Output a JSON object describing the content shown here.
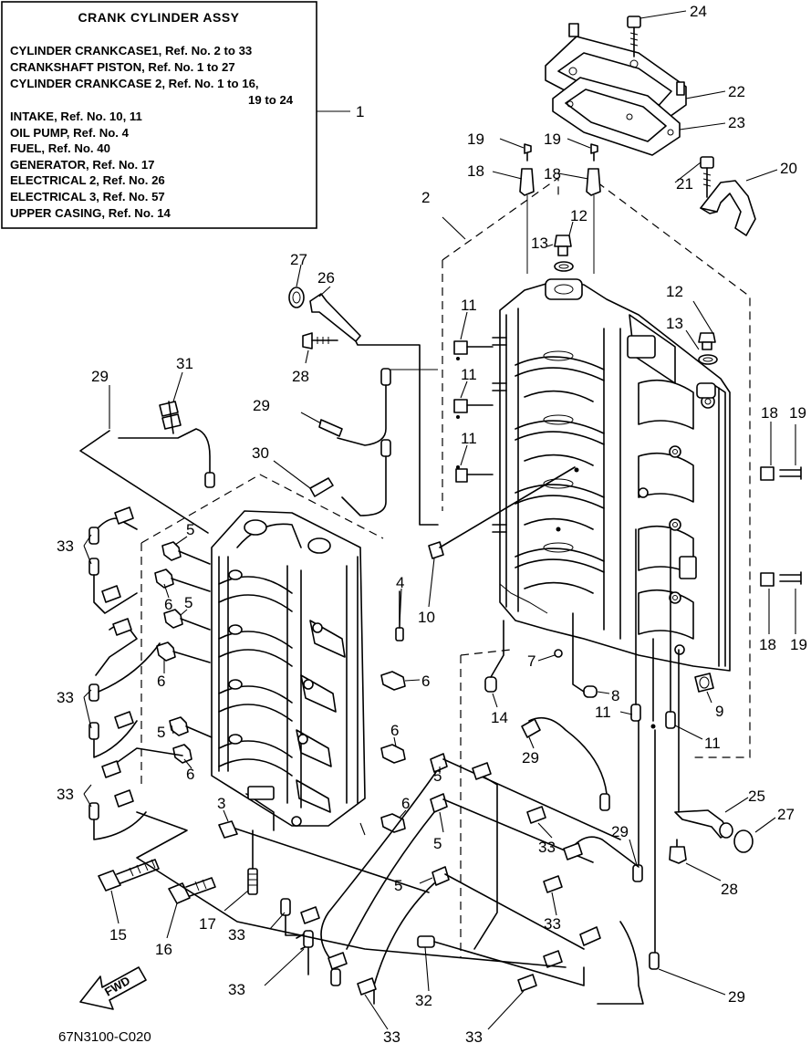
{
  "info_box": {
    "title": "CRANK CYLINDER ASSY",
    "lines": [
      "CYLINDER CRANKCASE1,  Ref. No. 2 to 33",
      "CRANKSHAFT PISTON,       Ref. No. 1 to 27",
      "CYLINDER CRANKCASE 2, Ref. No. 1 to 16,",
      "19 to 24",
      "INTAKE,        Ref. No. 10, 11",
      "OIL PUMP,   Ref. No. 4",
      "FUEL,            Ref. No. 40",
      "GENERATOR,       Ref. No. 17",
      "ELECTRICAL 2,    Ref. No. 26",
      "ELECTRICAL 3,    Ref. No. 57",
      "UPPER CASING,  Ref. No. 14"
    ],
    "ref_number": "1"
  },
  "fwd_label": "FWD",
  "drawing_code": "67N3100-C020",
  "callouts": {
    "c24": "24",
    "c22": "22",
    "c23": "23",
    "c19a": "19",
    "c19b": "19",
    "c18a": "18",
    "c18b": "18",
    "c21": "21",
    "c20": "20",
    "c2": "2",
    "c12a": "12",
    "c13a": "13",
    "c27a": "27",
    "c26": "26",
    "c11a": "11",
    "c12b": "12",
    "c13b": "13",
    "c28a": "28",
    "c11b": "11",
    "c31": "31",
    "c29a": "29",
    "c29b": "29",
    "c18c": "18",
    "c19c": "19",
    "c11c": "11",
    "c30": "30",
    "c5a": "5",
    "c33a": "33",
    "c6a": "6",
    "c5b": "5",
    "c4": "4",
    "c10": "10",
    "c18d": "18",
    "c19d": "19",
    "c7": "7",
    "c33b": "33",
    "c6b": "6",
    "c6c": "6",
    "c8": "8",
    "c9": "9",
    "c14": "14",
    "c5c": "5",
    "c11d": "11",
    "c11e": "11",
    "c6d": "6",
    "c6e": "6",
    "c29c": "29",
    "c5d": "5",
    "c33c": "33",
    "c3": "3",
    "c6f": "6",
    "c25": "25",
    "c27b": "27",
    "c5e": "5",
    "c33d": "33",
    "c29d": "29",
    "c5f": "5",
    "c28b": "28",
    "c33e": "33",
    "c15": "15",
    "c17": "17",
    "c16": "16",
    "c33f": "33",
    "c33g": "33",
    "c32": "32",
    "c29e": "29",
    "c33h": "33",
    "c33i": "33"
  }
}
